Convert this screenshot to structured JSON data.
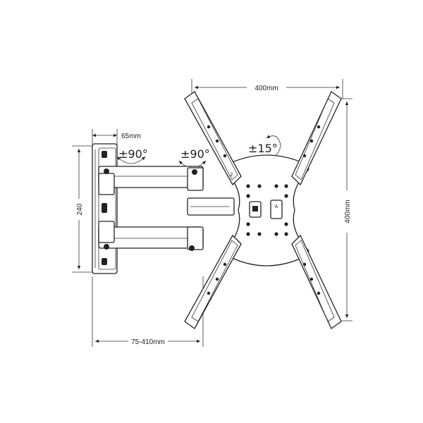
{
  "dimensions": {
    "top_width": "400mm",
    "right_height": "400mm",
    "wall_plate_depth": "65mm",
    "wall_plate_height": "240",
    "extension": "75-410mm"
  },
  "rotations": {
    "wall_swivel": "±90°",
    "arm_swivel": "±90°",
    "tilt": "±15°"
  },
  "bracket_marks": {
    "left": "2",
    "right": "A"
  }
}
